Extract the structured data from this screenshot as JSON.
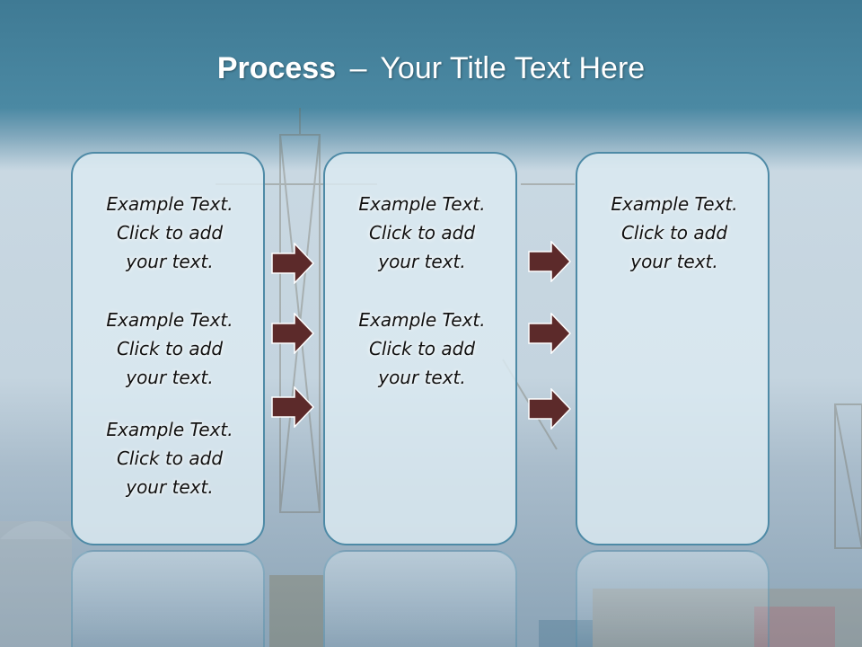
{
  "slide": {
    "title_bold": "Process",
    "title_separator": "–",
    "title_rest": "Your Title Text Here"
  },
  "columns": [
    {
      "blocks": [
        [
          "Example Text.",
          "Click  to add",
          "your text."
        ],
        [
          "Example Text.",
          "Click  to add",
          "your text."
        ],
        [
          "Example Text.",
          "Click  to add",
          "your text."
        ]
      ]
    },
    {
      "blocks": [
        [
          "Example Text.",
          "Click  to add",
          "your text."
        ],
        [
          "Example Text.",
          "Click  to add",
          "your text."
        ]
      ]
    },
    {
      "blocks": [
        [
          "Example Text.",
          "Click  to add",
          "your text."
        ]
      ]
    }
  ],
  "colors": {
    "arrow_fill": "#5c2a2a",
    "arrow_stroke": "#ffffff",
    "box_border": "#4e8aa6",
    "title_bar": "#3f7a94"
  },
  "icons": [
    "right-arrow-icon"
  ]
}
